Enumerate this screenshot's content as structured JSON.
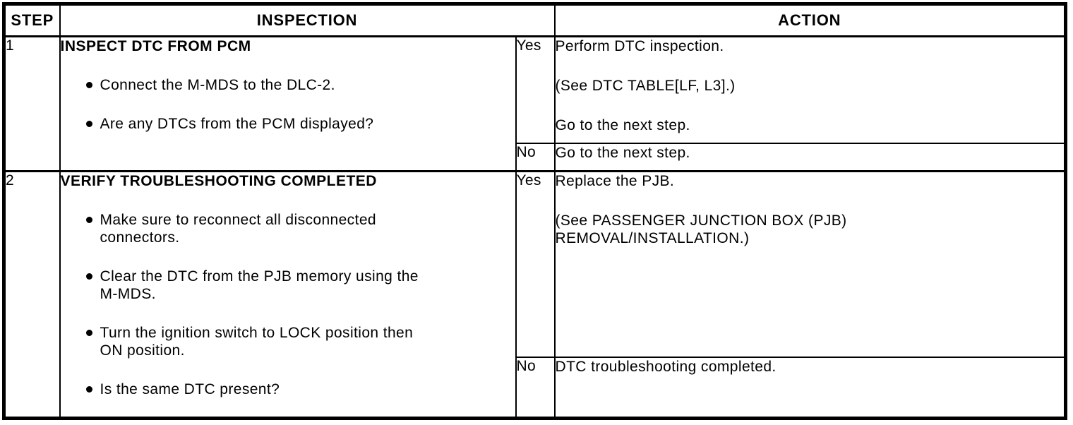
{
  "table": {
    "headers": {
      "step": "STEP",
      "inspection": "INSPECTION",
      "action": "ACTION"
    },
    "colors": {
      "border": "#000000",
      "text": "#000000",
      "background": "#ffffff"
    },
    "steps": [
      {
        "step": "1",
        "title": "INSPECT DTC FROM PCM",
        "bullets": [
          "Connect the M-MDS to the DLC-2.",
          "Are any DTCs from the PCM displayed?"
        ],
        "yes_label": "Yes",
        "no_label": "No",
        "yes_actions": [
          "Perform DTC inspection.",
          "(See DTC TABLE[LF, L3].)",
          "Go to the next step."
        ],
        "no_actions": [
          "Go to the next step."
        ]
      },
      {
        "step": "2",
        "title": "VERIFY TROUBLESHOOTING COMPLETED",
        "bullets": [
          "Make sure to reconnect all disconnected\nconnectors.",
          "Clear the DTC from the PJB memory using the\nM-MDS.",
          "Turn the ignition switch to LOCK position then\nON position.",
          "Is the same DTC present?"
        ],
        "yes_label": "Yes",
        "no_label": "No",
        "yes_actions": [
          "Replace the PJB.",
          "(See PASSENGER JUNCTION BOX (PJB)\nREMOVAL/INSTALLATION.)"
        ],
        "no_actions": [
          "DTC troubleshooting completed."
        ]
      }
    ]
  }
}
